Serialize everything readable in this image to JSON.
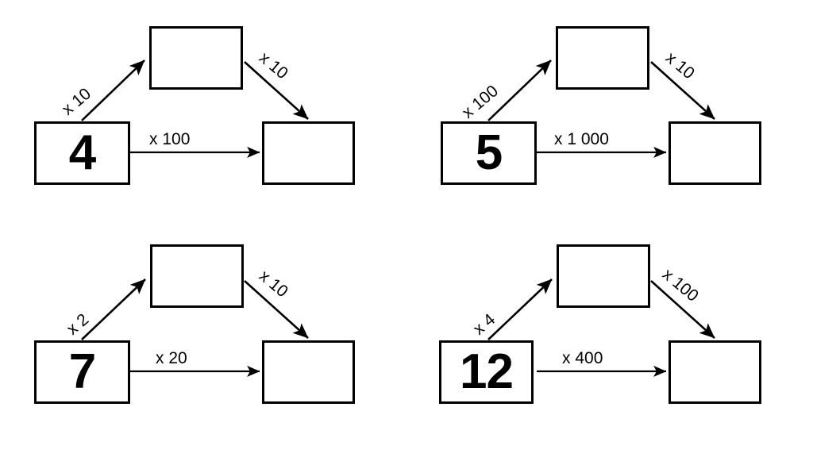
{
  "page": {
    "title": "Multiplication chain diagrams",
    "background_color": "#ffffff",
    "line_color": "#000000",
    "text_color": "#000000"
  },
  "diagrams": [
    {
      "id": "diagram-4",
      "position": "top-left",
      "start_value": "4",
      "top_box_value": "",
      "end_box_value": "",
      "edges": {
        "start_to_top": {
          "label": "x 10",
          "direction": "up-right"
        },
        "top_to_end": {
          "label": "x 10",
          "direction": "down-right"
        },
        "start_to_end": {
          "label": "x 100",
          "direction": "right"
        }
      }
    },
    {
      "id": "diagram-5",
      "position": "top-right",
      "start_value": "5",
      "top_box_value": "",
      "end_box_value": "",
      "edges": {
        "start_to_top": {
          "label": "x 100",
          "direction": "up-right"
        },
        "top_to_end": {
          "label": "x 10",
          "direction": "down-right"
        },
        "start_to_end": {
          "label": "x 1 000",
          "direction": "right"
        }
      }
    },
    {
      "id": "diagram-7",
      "position": "bottom-left",
      "start_value": "7",
      "top_box_value": "",
      "end_box_value": "",
      "edges": {
        "start_to_top": {
          "label": "x 2",
          "direction": "up-right"
        },
        "top_to_end": {
          "label": "x 10",
          "direction": "down-right"
        },
        "start_to_end": {
          "label": "x 20",
          "direction": "right"
        }
      }
    },
    {
      "id": "diagram-12",
      "position": "bottom-right",
      "start_value": "12",
      "top_box_value": "",
      "end_box_value": "",
      "edges": {
        "start_to_top": {
          "label": "x 4",
          "direction": "up-right"
        },
        "top_to_end": {
          "label": "x 100",
          "direction": "down-right"
        },
        "start_to_end": {
          "label": "x 400",
          "direction": "right"
        }
      }
    }
  ]
}
